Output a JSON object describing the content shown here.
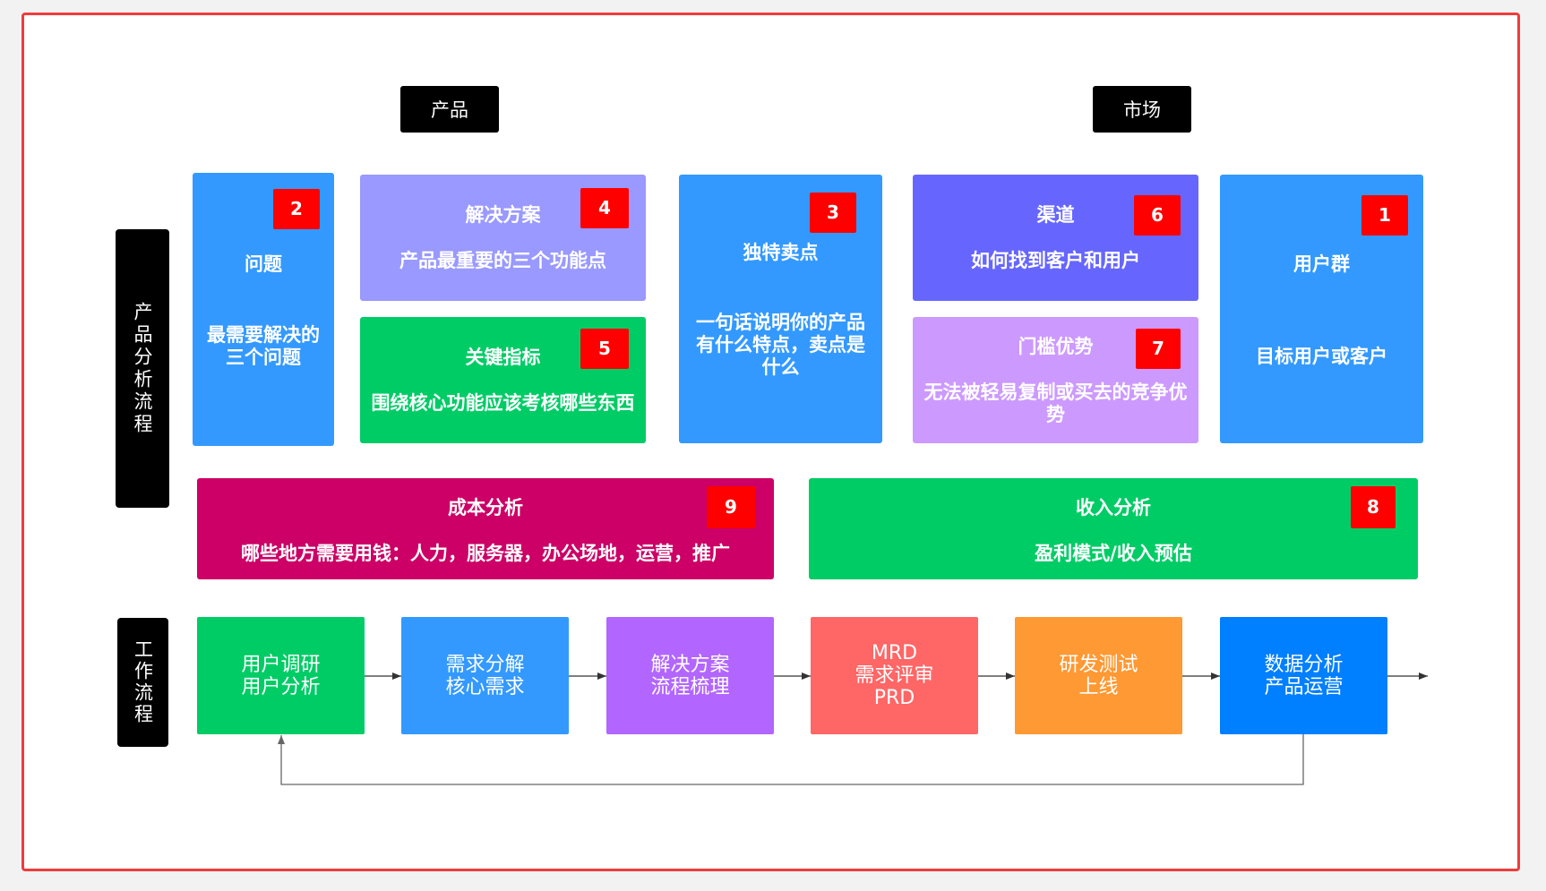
{
  "theme": {
    "badge_color": "#ff0000"
  },
  "headers": {
    "product": "产品",
    "market": "市场"
  },
  "side_labels": {
    "analysis": "产品分析流程",
    "workflow": "工作流程"
  },
  "canvas": {
    "problem": {
      "badge": "2",
      "title": "问题",
      "desc": "最需要解决的三个问题",
      "color": "#3399ff"
    },
    "solution": {
      "badge": "4",
      "title": "解决方案",
      "desc": "产品最重要的三个功能点",
      "color": "#9999ff"
    },
    "key_metrics": {
      "badge": "5",
      "title": "关键指标",
      "desc": "围绕核心功能应该考核哪些东西",
      "color": "#00cc66"
    },
    "usp": {
      "badge": "3",
      "title": "独特卖点",
      "desc": "一句话说明你的产品有什么特点，卖点是什么",
      "color": "#3399ff"
    },
    "channels": {
      "badge": "6",
      "title": "渠道",
      "desc": "如何找到客户和用户",
      "color": "#6666ff"
    },
    "unfair_advantage": {
      "badge": "7",
      "title": "门槛优势",
      "desc": "无法被轻易复制或买去的竞争优势",
      "color": "#cc99ff"
    },
    "customer_segments": {
      "badge": "1",
      "title": "用户群",
      "desc": "目标用户或客户",
      "color": "#3399ff"
    },
    "cost": {
      "badge": "9",
      "title": "成本分析",
      "desc": "哪些地方需要用钱：人力，服务器，办公场地，运营，推广",
      "color": "#cc0066"
    },
    "revenue": {
      "badge": "8",
      "title": "收入分析",
      "desc": "盈利模式/收入预估",
      "color": "#00cc66"
    }
  },
  "workflow": [
    {
      "lines": [
        "用户调研",
        "用户分析"
      ],
      "color": "#00cc66"
    },
    {
      "lines": [
        "需求分解",
        "核心需求"
      ],
      "color": "#3399ff"
    },
    {
      "lines": [
        "解决方案",
        "流程梳理"
      ],
      "color": "#b266ff"
    },
    {
      "lines": [
        "MRD",
        "需求评审",
        "PRD"
      ],
      "color": "#ff6666"
    },
    {
      "lines": [
        "研发测试",
        "上线"
      ],
      "color": "#ff9933"
    },
    {
      "lines": [
        "数据分析",
        "产品运营"
      ],
      "color": "#007fff"
    }
  ]
}
